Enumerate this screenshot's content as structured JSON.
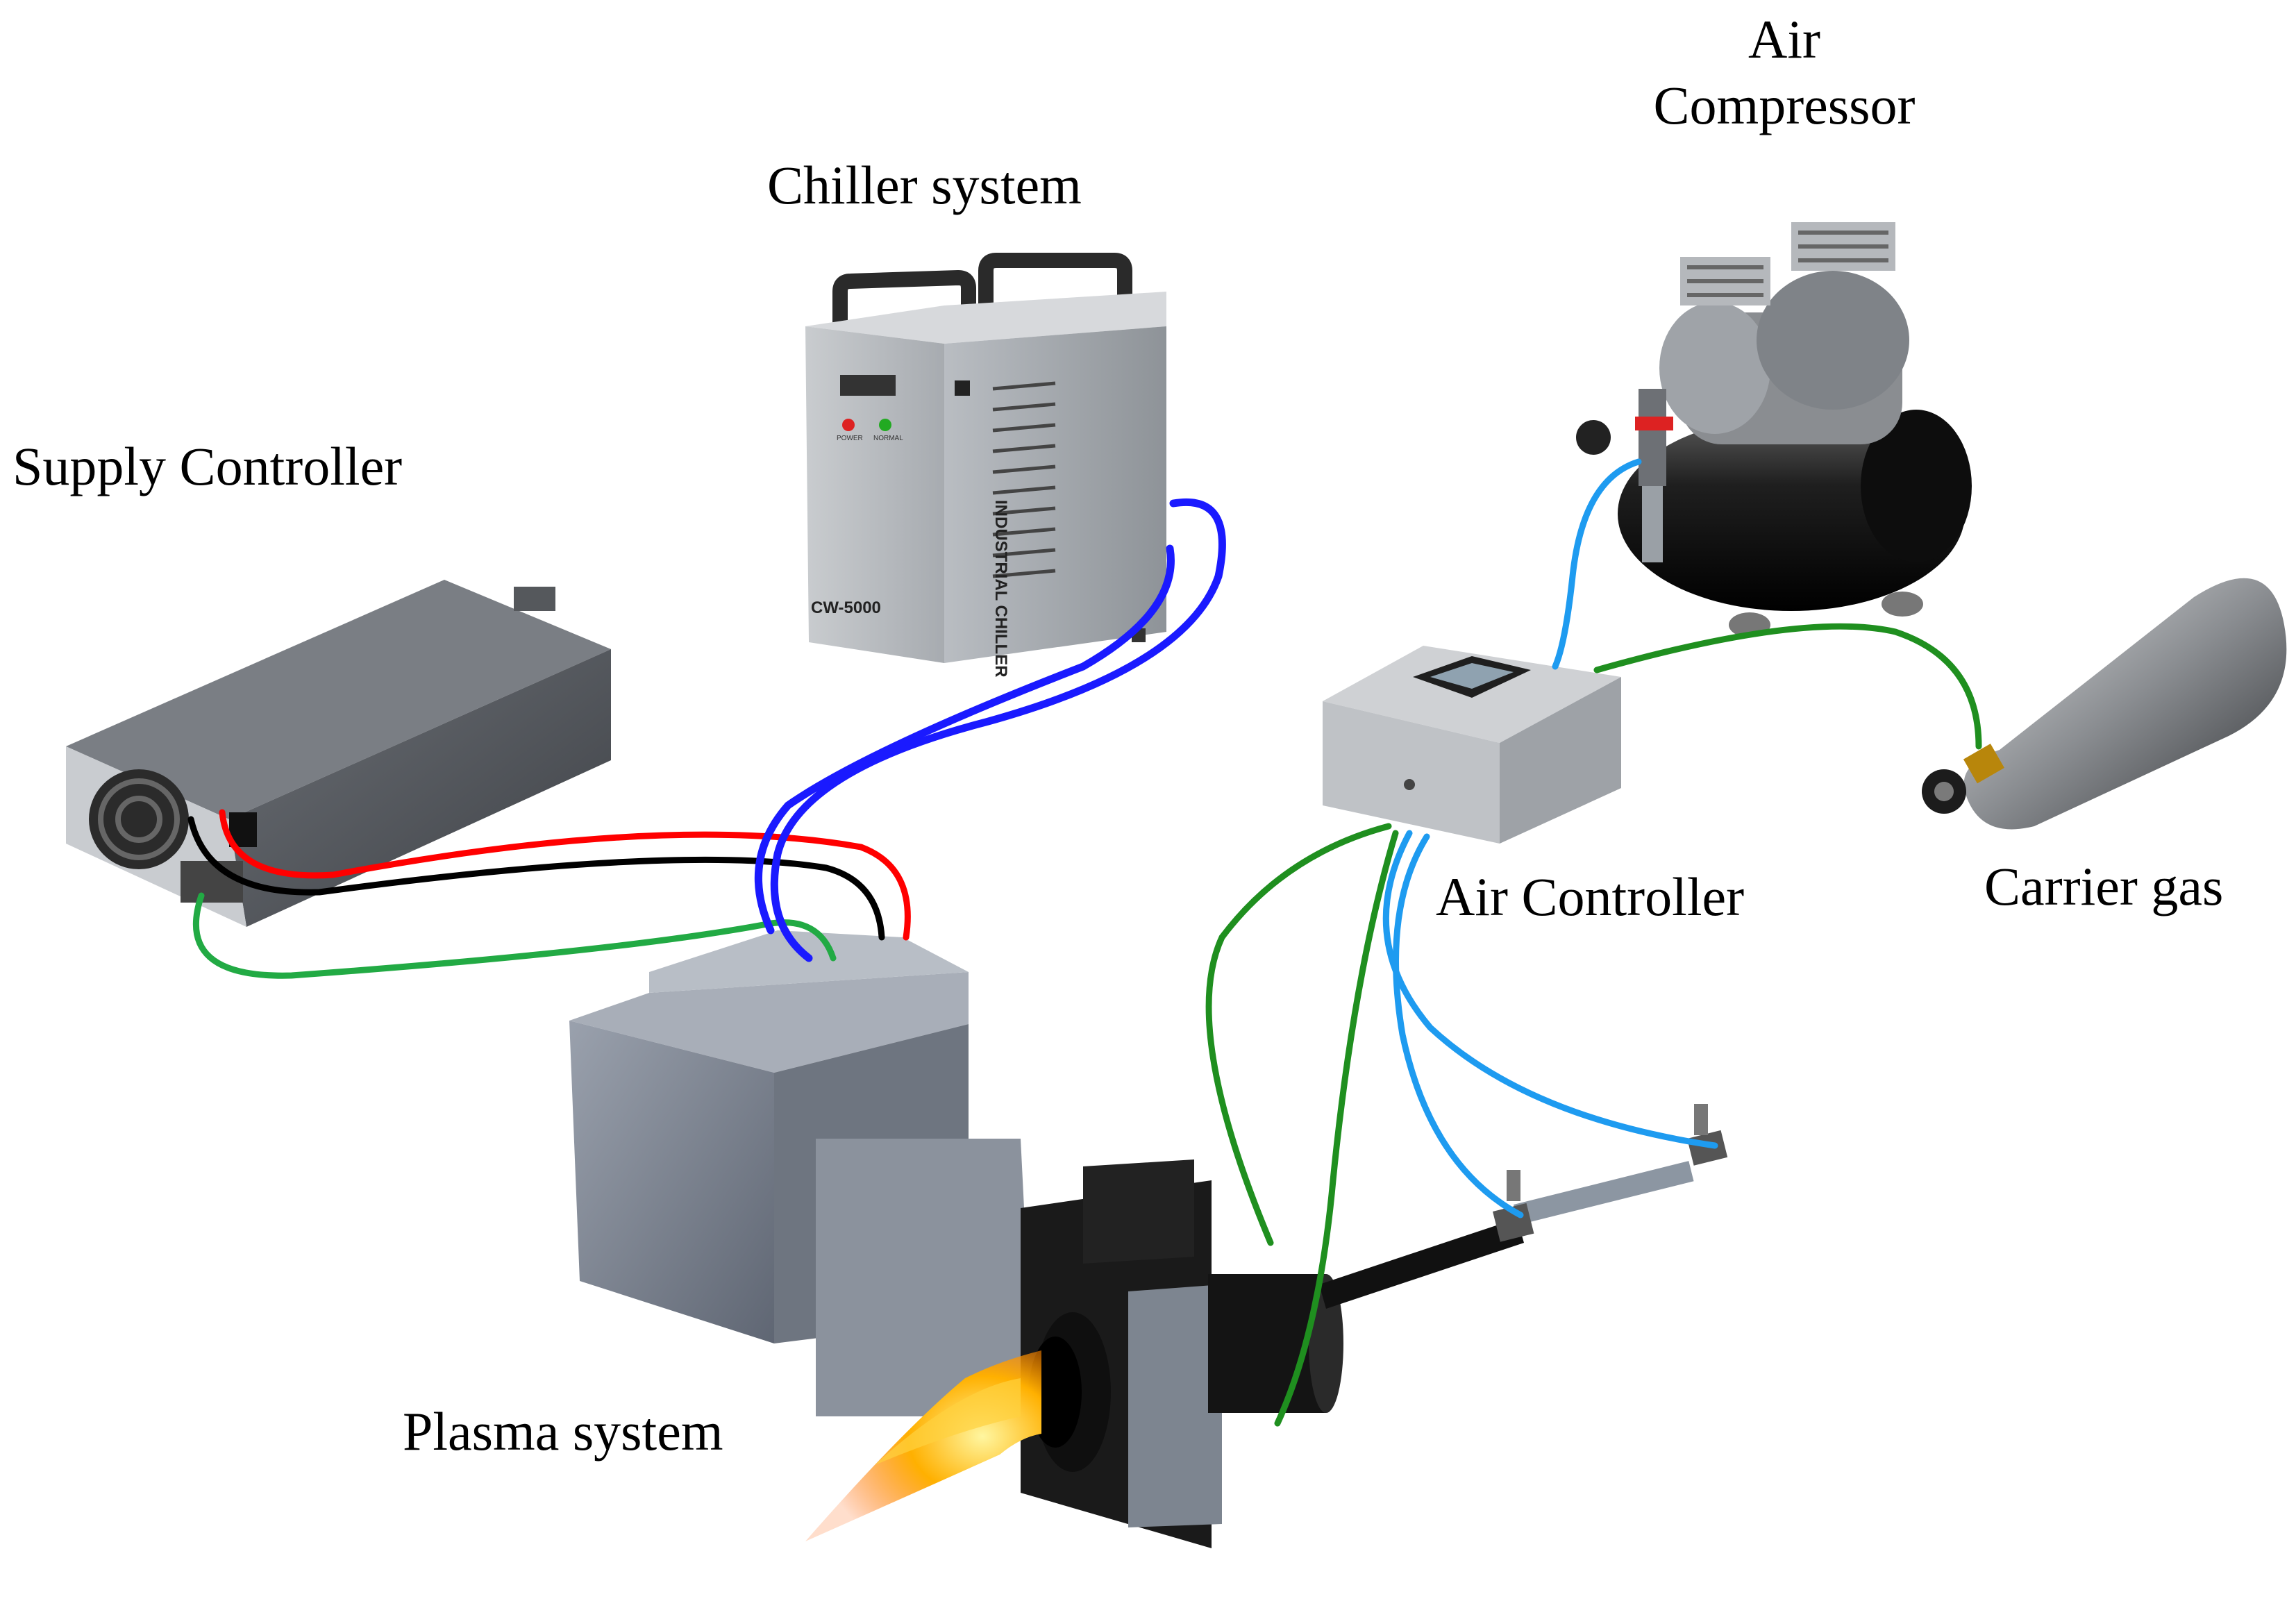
{
  "labels": {
    "air_compressor_line1": "Air",
    "air_compressor_line2": "Compressor",
    "chiller_system": "Chiller system",
    "supply_controller": "Supply Controller",
    "air_controller": "Air Controller",
    "carrier_gas": "Carrier gas",
    "plasma_system": "Plasma system"
  },
  "device_text": {
    "chiller_model": "CW-5000",
    "chiller_side": "INDUSTRIAL CHILLER",
    "chiller_light_left": "POWER",
    "chiller_light_right": "NORMAL"
  },
  "colors": {
    "power_red": "#ff0000",
    "power_black": "#000000",
    "ground_green": "#22aa44",
    "coolant_blue": "#1a1aff",
    "air_line_blue": "#1e9bf0",
    "gas_line_green": "#1f8f1f",
    "housing_gray": "#8f96a3",
    "dark_body": "#1e1e1e",
    "flame_orange": "#ff9900"
  }
}
